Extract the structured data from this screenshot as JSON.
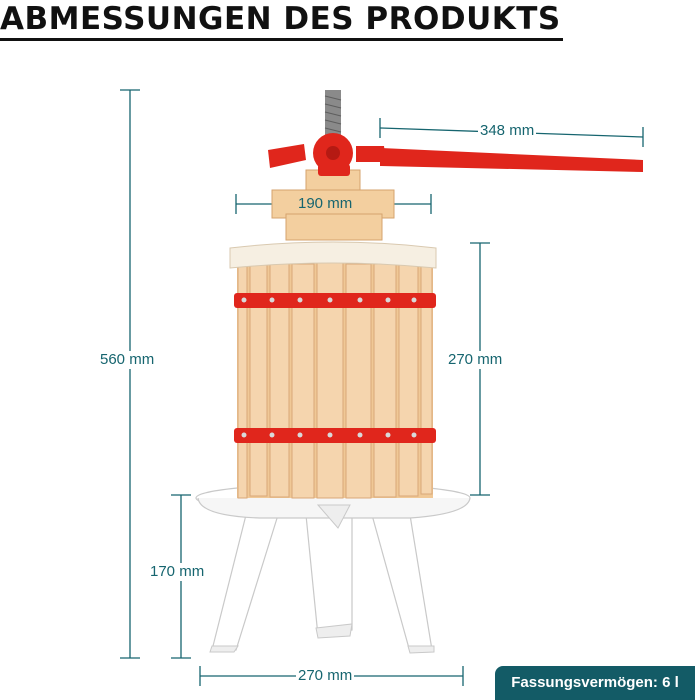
{
  "heading": "ABMESSUNGEN DES PRODUKTS",
  "dimensions": {
    "handle_length": "348 mm",
    "top_width": "190 mm",
    "total_height": "560 mm",
    "basket_height": "270 mm",
    "stand_height": "170 mm",
    "base_width": "270 mm"
  },
  "capacity_label": "Fassungsvermögen: 6 l",
  "colors": {
    "dimension_line": "#16656f",
    "badge": "#135b66",
    "frame_red": "#e0261c",
    "wood": "#f2cfa5",
    "stand": "#ffffff"
  }
}
